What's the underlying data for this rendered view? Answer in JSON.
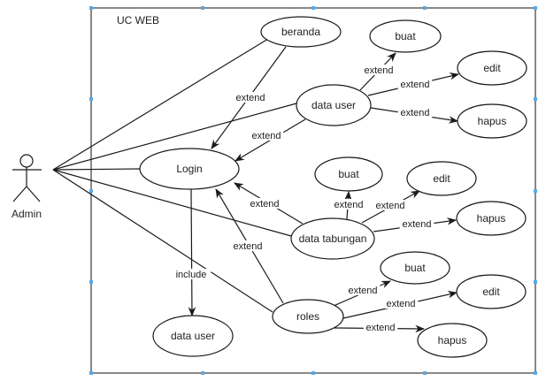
{
  "diagram": {
    "type": "use-case",
    "system_boundary": {
      "title": "UC WEB"
    },
    "actor": {
      "id": "admin",
      "label": "Admin"
    },
    "use_cases": [
      {
        "id": "beranda",
        "label": "beranda"
      },
      {
        "id": "buat1",
        "label": "buat"
      },
      {
        "id": "data_user",
        "label": "data user"
      },
      {
        "id": "edit1",
        "label": "edit"
      },
      {
        "id": "hapus1",
        "label": "hapus"
      },
      {
        "id": "login",
        "label": "Login"
      },
      {
        "id": "buat2",
        "label": "buat"
      },
      {
        "id": "edit2",
        "label": "edit"
      },
      {
        "id": "data_tabungan",
        "label": "data tabungan"
      },
      {
        "id": "hapus2",
        "label": "hapus"
      },
      {
        "id": "buat3",
        "label": "buat"
      },
      {
        "id": "edit3",
        "label": "edit"
      },
      {
        "id": "roles",
        "label": "roles"
      },
      {
        "id": "hapus3",
        "label": "hapus"
      },
      {
        "id": "data_user2",
        "label": "data user"
      }
    ],
    "associations": [
      {
        "from": "admin",
        "to": "beranda"
      },
      {
        "from": "admin",
        "to": "data_user"
      },
      {
        "from": "admin",
        "to": "login"
      },
      {
        "from": "admin",
        "to": "data_tabungan"
      },
      {
        "from": "admin",
        "to": "roles"
      }
    ],
    "relations": [
      {
        "from": "beranda",
        "to": "login",
        "label": "extend"
      },
      {
        "from": "data_user",
        "to": "login",
        "label": "extend"
      },
      {
        "from": "data_user",
        "to": "buat1",
        "label": "extend"
      },
      {
        "from": "data_user",
        "to": "edit1",
        "label": "extend"
      },
      {
        "from": "data_user",
        "to": "hapus1",
        "label": "extend"
      },
      {
        "from": "data_tabungan",
        "to": "login",
        "label": "extend"
      },
      {
        "from": "data_tabungan",
        "to": "buat2",
        "label": "extend"
      },
      {
        "from": "data_tabungan",
        "to": "edit2",
        "label": "extend"
      },
      {
        "from": "data_tabungan",
        "to": "hapus2",
        "label": "extend"
      },
      {
        "from": "roles",
        "to": "login",
        "label": "extend"
      },
      {
        "from": "roles",
        "to": "buat3",
        "label": "extend"
      },
      {
        "from": "roles",
        "to": "edit3",
        "label": "extend"
      },
      {
        "from": "roles",
        "to": "hapus3",
        "label": "extend"
      },
      {
        "from": "login",
        "to": "data_user2",
        "label": "include"
      }
    ],
    "colors": {
      "stroke": "#1a1a1a",
      "frame": "#555555",
      "handle": "#5aa9e6",
      "background": "#ffffff"
    }
  }
}
